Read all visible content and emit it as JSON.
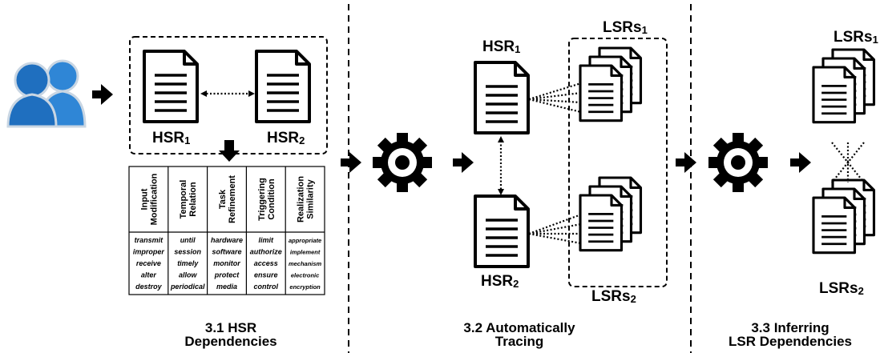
{
  "section1": {
    "hsr1": {
      "base": "HSR",
      "sub": "1"
    },
    "hsr2": {
      "base": "HSR",
      "sub": "2"
    },
    "caption_line1": "3.1 HSR",
    "caption_line2": "Dependencies",
    "table": {
      "headers": [
        [
          "Input",
          "Modification"
        ],
        [
          "Temporal",
          "Relation"
        ],
        [
          "Task",
          "Refinement"
        ],
        [
          "Triggering",
          "Condition"
        ],
        [
          "Realization",
          "Similarity"
        ]
      ],
      "columns": [
        [
          "transmit",
          "improper",
          "receive",
          "alter",
          "destroy"
        ],
        [
          "until",
          "session",
          "timely",
          "allow",
          "periodical"
        ],
        [
          "hardware",
          "software",
          "monitor",
          "protect",
          "media"
        ],
        [
          "limit",
          "authorize",
          "access",
          "ensure",
          "control"
        ],
        [
          "appropriate",
          "implement",
          "mechanism",
          "electronic",
          "encryption"
        ]
      ]
    }
  },
  "section2": {
    "hsr1": {
      "base": "HSR",
      "sub": "1"
    },
    "hsr2": {
      "base": "HSR",
      "sub": "2"
    },
    "lsrs1": {
      "base": "LSRs",
      "sub": "1"
    },
    "lsrs2": {
      "base": "LSRs",
      "sub": "2"
    },
    "caption_line1": "3.2 Automatically",
    "caption_line2": "Tracing"
  },
  "section3": {
    "lsrs1": {
      "base": "LSRs",
      "sub": "1"
    },
    "lsrs2": {
      "base": "LSRs",
      "sub": "2"
    },
    "caption_line1": "3.3 Inferring",
    "caption_line2": "LSR Dependencies"
  },
  "icons": {
    "users": "users-icon",
    "gear": "gear-icon",
    "document": "document-icon",
    "arrow": "right-arrow-icon"
  },
  "colors": {
    "user_front": "#1f6fbf",
    "user_back": "#2f86d6",
    "user_outline": "#c9d6e3",
    "ink": "#000000"
  }
}
